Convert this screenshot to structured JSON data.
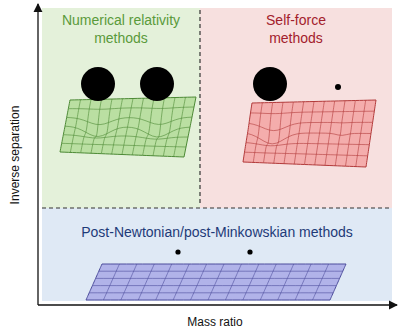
{
  "diagram": {
    "nodes": [
      {
        "text": [
          "Numerical relativity methods"
        ]
      },
      {
        "text": [
          "Self-force methods"
        ]
      },
      {
        "text": [
          "Post-Newtonian/post-Minkowskian methods"
        ]
      }
    ],
    "labels": [
      "Inverse separation",
      "Mass ratio"
    ]
  }
}
